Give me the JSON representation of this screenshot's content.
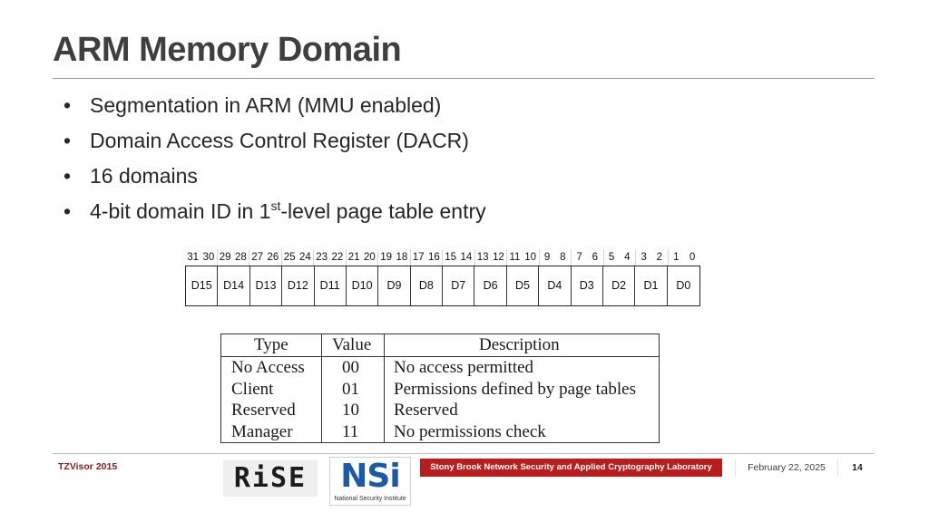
{
  "slide": {
    "title": "ARM Memory Domain",
    "bullets": [
      "Segmentation in ARM (MMU enabled)",
      "Domain Access Control Register (DACR)",
      "16 domains"
    ],
    "bullet4": {
      "before": "4-bit domain ID in 1",
      "sup": "st",
      "after": "-level page table entry"
    }
  },
  "register": {
    "bit_pairs": [
      [
        "31",
        "30"
      ],
      [
        "29",
        "28"
      ],
      [
        "27",
        "26"
      ],
      [
        "25",
        "24"
      ],
      [
        "23",
        "22"
      ],
      [
        "21",
        "20"
      ],
      [
        "19",
        "18"
      ],
      [
        "17",
        "16"
      ],
      [
        "15",
        "14"
      ],
      [
        "13",
        "12"
      ],
      [
        "11",
        "10"
      ],
      [
        "9",
        "8"
      ],
      [
        "7",
        "6"
      ],
      [
        "5",
        "4"
      ],
      [
        "3",
        "2"
      ],
      [
        "1",
        "0"
      ]
    ],
    "domains": [
      "D15",
      "D14",
      "D13",
      "D12",
      "D11",
      "D10",
      "D9",
      "D8",
      "D7",
      "D6",
      "D5",
      "D4",
      "D3",
      "D2",
      "D1",
      "D0"
    ]
  },
  "access_table": {
    "headers": {
      "type": "Type",
      "value": "Value",
      "description": "Description"
    },
    "rows": [
      {
        "type": "No Access",
        "value": "00",
        "description": "No access permitted"
      },
      {
        "type": "Client",
        "value": "01",
        "description": "Permissions defined by page tables"
      },
      {
        "type": "Reserved",
        "value": "10",
        "description": "Reserved"
      },
      {
        "type": "Manager",
        "value": "11",
        "description": "No permissions check"
      }
    ]
  },
  "footer": {
    "left": "TZVisor 2015",
    "rise_logo_text": "RiSE",
    "nsi_logo_text": "NSi",
    "nsi_caption": "National Security Institute",
    "lab": "Stony Brook Network Security and Applied Cryptography Laboratory",
    "date": "February 22, 2025",
    "page": "14"
  },
  "colors": {
    "lab_banner": "#b91d1d",
    "footer_left": "#8b1a1a",
    "nsi_blue": "#1a5aa6",
    "title": "#3f3f3f"
  }
}
